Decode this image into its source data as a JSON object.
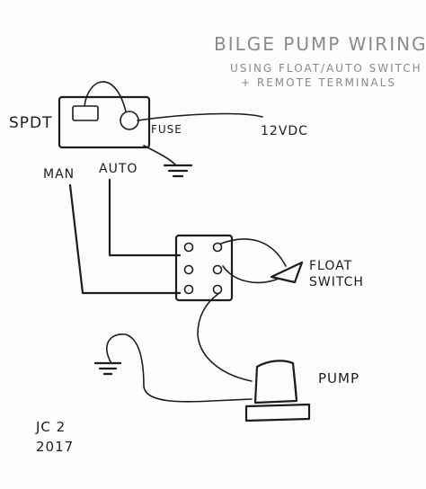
{
  "title": {
    "line1": "BILGE PUMP WIRING",
    "line2": "USING FLOAT/AUTO SWITCH",
    "line3": "+ REMOTE TERMINALS"
  },
  "labels": {
    "spdt": "SPDT",
    "fuse": "FUSE",
    "supply": "12VDC",
    "man": "MAN",
    "auto": "AUTO",
    "float_line1": "FLOAT",
    "float_line2": "SWITCH",
    "pump": "PUMP"
  },
  "signature": {
    "initials": "JC 2",
    "year": "2017"
  },
  "colors": {
    "ink": "#1c1c1c",
    "pencil": "#8a8a8a",
    "paper": "#fdfdfb"
  }
}
